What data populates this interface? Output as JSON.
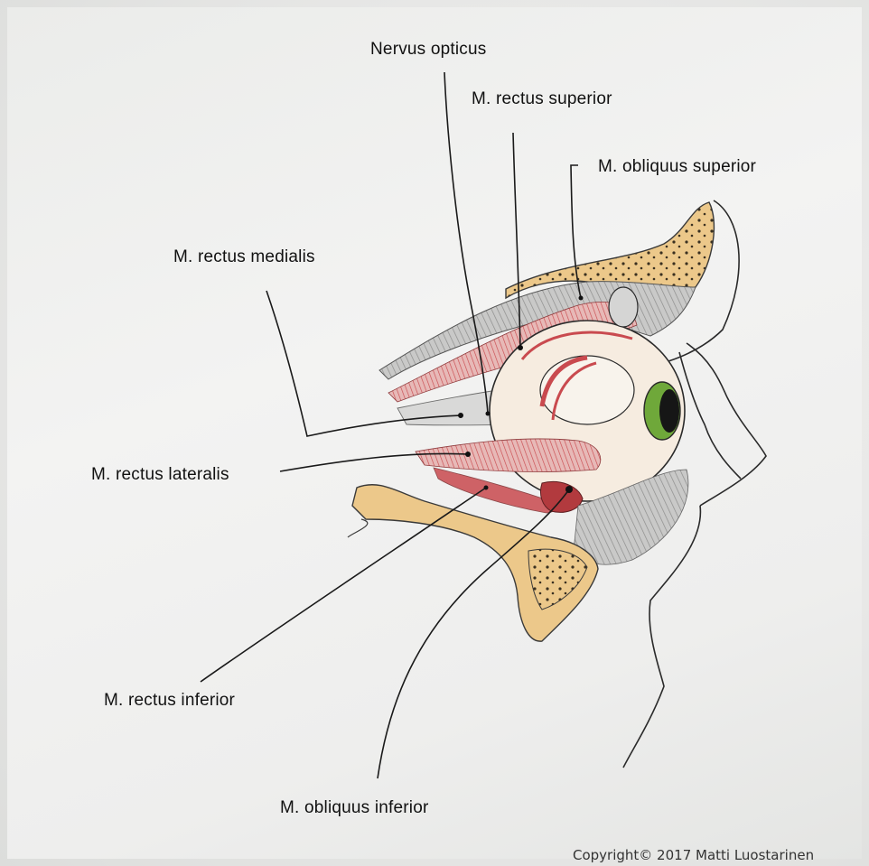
{
  "labels": {
    "nervus_opticus": "Nervus opticus",
    "rectus_superior": "M. rectus superior",
    "obliquus_superior": "M. obliquus superior",
    "rectus_medialis": "M. rectus medialis",
    "rectus_lateralis": "M. rectus lateralis",
    "rectus_inferior": "M. rectus inferior",
    "obliquus_inferior": "M. obliquus inferior"
  },
  "copyright": "Copyright© 2017 Matti Luostarinen",
  "colors": {
    "bone": "#ecc88a",
    "muscle": "#c94a4f",
    "iris": "#6fa83a",
    "pencil_gray": "#8a8a8a",
    "line": "#1a1a1a"
  },
  "icons": {
    "eyeball": "eyeball-drawing",
    "bone": "orbit-bone-drawing"
  }
}
